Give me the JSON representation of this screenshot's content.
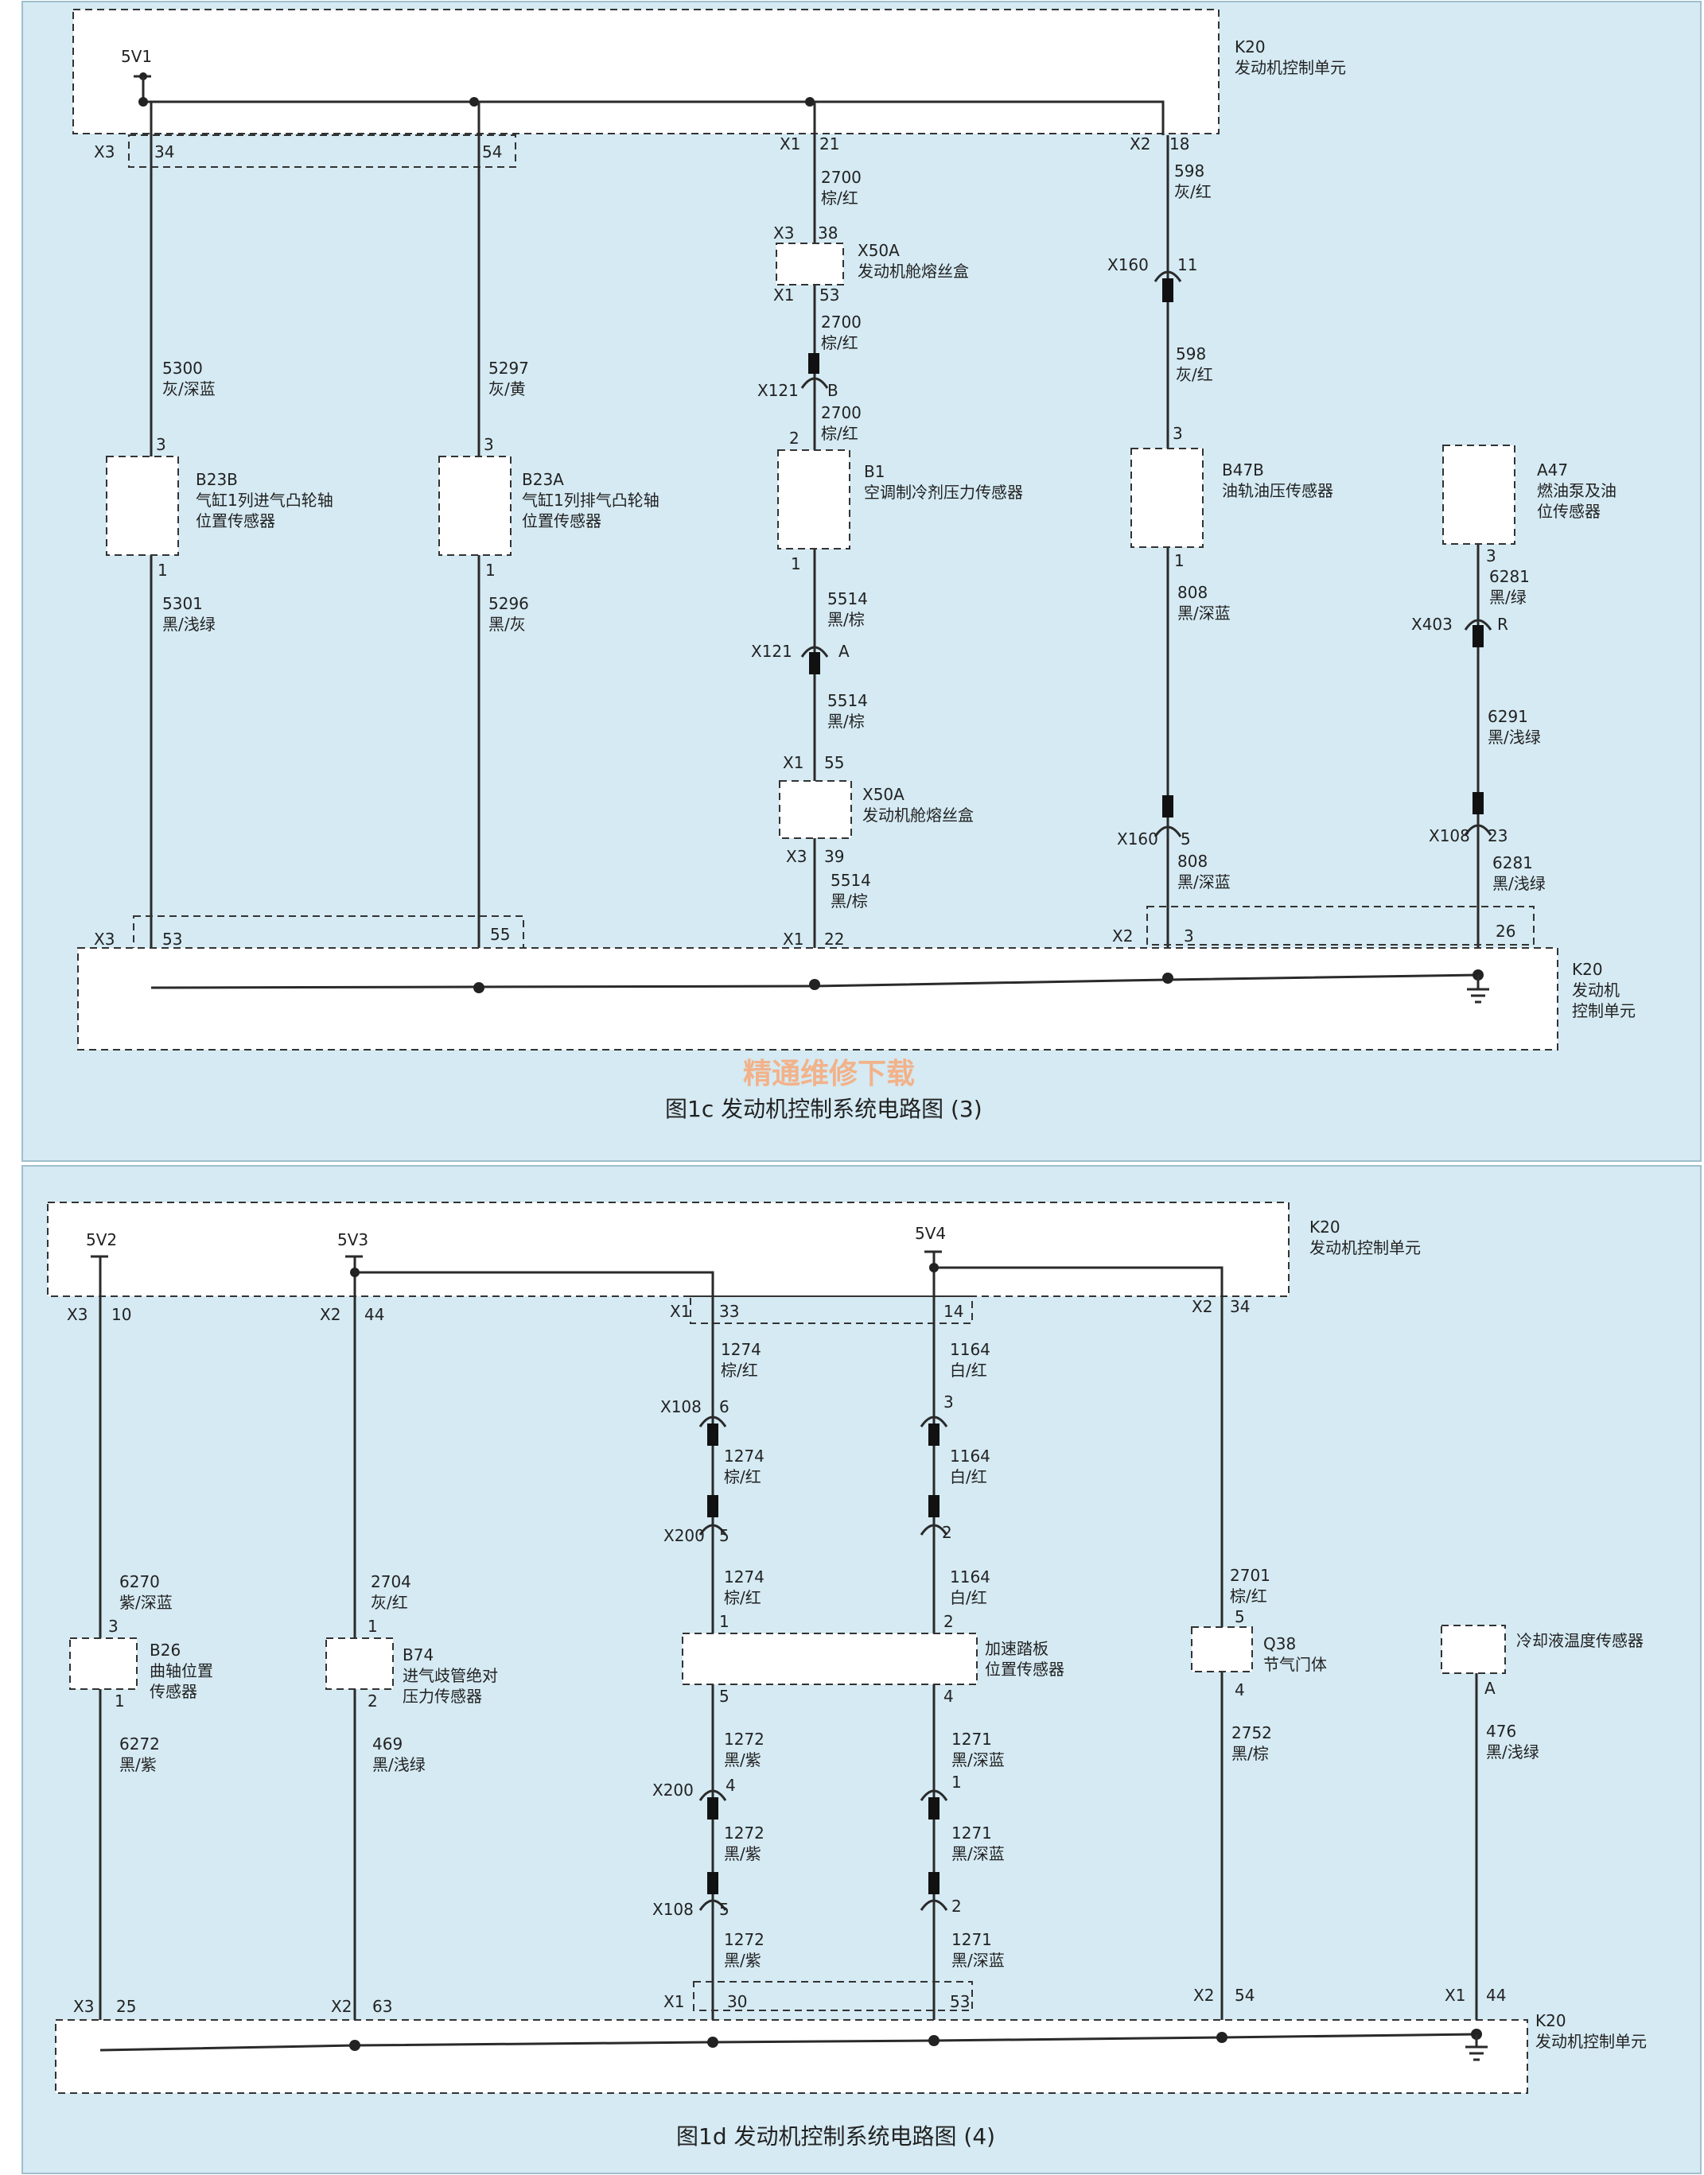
{
  "colors": {
    "panel": "#d5eaf3",
    "wire": "#2a2a2a",
    "box_fill": "#ffffff"
  },
  "watermark": "精通维修下载",
  "fig1c": {
    "caption": "图1c  发动机控制系统电路图 (3)",
    "k20_top": {
      "id": "K20",
      "name": "发动机控制单元"
    },
    "k20_bottom": {
      "id": "K20",
      "name1": "发动机",
      "name2": "控制单元"
    },
    "supply": "5V1",
    "connectors": {
      "x3": "X3",
      "x3_34": "34",
      "x3_54": "54",
      "x1": "X1",
      "x1_21": "21",
      "x2": "X2",
      "x2_18": "18",
      "x3_53": "53",
      "x3_55": "55",
      "x1_22": "22",
      "x2_3": "3",
      "x2_26": "26"
    },
    "col1": {
      "wire_top": "5300",
      "color_top": "灰/深蓝",
      "pin_top": "3",
      "id": "B23B",
      "name1": "气缸1列进气凸轮轴",
      "name2": "位置传感器",
      "pin_bot": "1",
      "wire_bot": "5301",
      "color_bot": "黑/浅绿"
    },
    "col2": {
      "wire_top": "5297",
      "color_top": "灰/黄",
      "pin_top": "3",
      "id": "B23A",
      "name1": "气缸1列排气凸轮轴",
      "name2": "位置传感器",
      "pin_bot": "1",
      "wire_bot": "5296",
      "color_bot": "黑/灰"
    },
    "col3": {
      "w1": "2700",
      "c1": "棕/红",
      "fuse_x3": "X3",
      "fuse_x3_pin": "38",
      "fuse_id": "X50A",
      "fuse_name": "发动机舱熔丝盒",
      "fuse_x1": "X1",
      "fuse_x1_pin": "53",
      "w2": "2700",
      "c2": "棕/红",
      "conn_top": "X121",
      "conn_top_pin": "B",
      "w3": "2700",
      "c3": "棕/红",
      "pin_top": "2",
      "id": "B1",
      "name": "空调制冷剂压力传感器",
      "pin_bot": "1",
      "w4": "5514",
      "c4": "黑/棕",
      "conn_bot": "X121",
      "conn_bot_pin": "A",
      "w5": "5514",
      "c5": "黑/棕",
      "fuse2_x1": "X1",
      "fuse2_x1_pin": "55",
      "fuse2_id": "X50A",
      "fuse2_name": "发动机舱熔丝盒",
      "fuse2_x3": "X3",
      "fuse2_x3_pin": "39",
      "w6": "5514",
      "c6": "黑/棕"
    },
    "col4": {
      "w1": "598",
      "c1": "灰/红",
      "conn_top": "X160",
      "conn_top_pin": "11",
      "w2": "598",
      "c2": "灰/红",
      "pin_top": "3",
      "id": "B47B",
      "name": "油轨油压传感器",
      "pin_bot": "1",
      "w3": "808",
      "c3": "黑/深蓝",
      "conn_bot": "X160",
      "conn_bot_pin": "5",
      "w4": "808",
      "c4": "黑/深蓝"
    },
    "col5": {
      "id": "A47",
      "name1": "燃油泵及油",
      "name2": "位传感器",
      "pin": "3",
      "w1": "6281",
      "c1": "黑/绿",
      "conn_top": "X403",
      "conn_top_pin": "R",
      "w2": "6291",
      "c2": "黑/浅绿",
      "conn_bot": "X108",
      "conn_bot_pin": "23",
      "w3": "6281",
      "c3": "黑/浅绿"
    }
  },
  "fig1d": {
    "caption": "图1d  发动机控制系统电路图 (4)",
    "k20_top": {
      "id": "K20",
      "name": "发动机控制单元"
    },
    "k20_bottom": {
      "id": "K20",
      "name": "发动机控制单元"
    },
    "supplies": {
      "s2": "5V2",
      "s3": "5V3",
      "s4": "5V4"
    },
    "connectors": {
      "x3": "X3",
      "x3_10": "10",
      "x2": "X2",
      "x2_44": "44",
      "x1": "X1",
      "x1_33": "33",
      "x1_14": "14",
      "x2_34": "34",
      "x3_25": "25",
      "x2_63": "63",
      "x1_30": "30",
      "x1_53": "53",
      "x2_54": "54",
      "x1_44": "44"
    },
    "col1": {
      "w1": "6270",
      "c1": "紫/深蓝",
      "pin_top": "3",
      "id": "B26",
      "name1": "曲轴位置",
      "name2": "传感器",
      "pin_bot": "1",
      "w2": "6272",
      "c2": "黑/紫"
    },
    "col2": {
      "w1": "2704",
      "c1": "灰/红",
      "pin_top": "1",
      "id": "B74",
      "name1": "进气歧管绝对",
      "name2": "压力传感器",
      "pin_bot": "2",
      "w2": "469",
      "c2": "黑/浅绿"
    },
    "col3": {
      "w1": "1274",
      "c1": "棕/红",
      "conn_a": "X108",
      "conn_a_pin": "6",
      "w2": "1274",
      "c2": "棕/红",
      "conn_b": "X200",
      "conn_b_pin": "5",
      "w3": "1274",
      "c3": "棕/红",
      "pin_top": "1",
      "pin_bot": "5",
      "w4": "1272",
      "c4": "黑/紫",
      "conn_c": "X200",
      "conn_c_pin": "4",
      "w5": "1272",
      "c5": "黑/紫",
      "conn_d": "X108",
      "conn_d_pin": "5",
      "w6": "1272",
      "c6": "黑/紫"
    },
    "col4": {
      "w1": "1164",
      "c1": "白/红",
      "conn_a_pin": "3",
      "w2": "1164",
      "c2": "白/红",
      "conn_b_pin": "2",
      "w3": "1164",
      "c3": "白/红",
      "pin_top": "2",
      "pin_bot": "4",
      "w4": "1271",
      "c4": "黑/深蓝",
      "conn_c_pin": "1",
      "w5": "1271",
      "c5": "黑/深蓝",
      "conn_d_pin": "2",
      "w6": "1271",
      "c6": "黑/深蓝"
    },
    "pedal": {
      "name1": "加速踏板",
      "name2": "位置传感器"
    },
    "col5": {
      "w1": "2701",
      "c1": "棕/红",
      "pin_top": "5",
      "id": "Q38",
      "name": "节气门体",
      "pin_bot": "4",
      "w2": "2752",
      "c2": "黑/棕"
    },
    "col6": {
      "name": "冷却液温度传感器",
      "pin": "A",
      "w1": "476",
      "c1": "黑/浅绿"
    }
  }
}
